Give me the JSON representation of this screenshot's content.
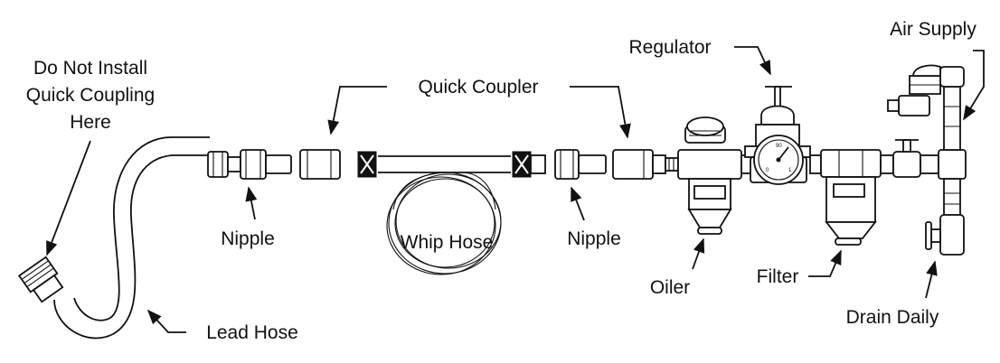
{
  "labels": {
    "do_not_install_line1": "Do Not Install",
    "do_not_install_line2": "Quick Coupling",
    "do_not_install_line3": "Here",
    "quick_coupler": "Quick Coupler",
    "regulator": "Regulator",
    "air_supply": "Air Supply",
    "nipple_left": "Nipple",
    "whip_hose": "Whip Hose",
    "nipple_right": "Nipple",
    "oiler": "Oiler",
    "filter": "Filter",
    "drain_daily": "Drain Daily",
    "lead_hose": "Lead Hose"
  },
  "gauge": {
    "scale_top": "90",
    "scale_left": "0",
    "scale_right": "1"
  }
}
